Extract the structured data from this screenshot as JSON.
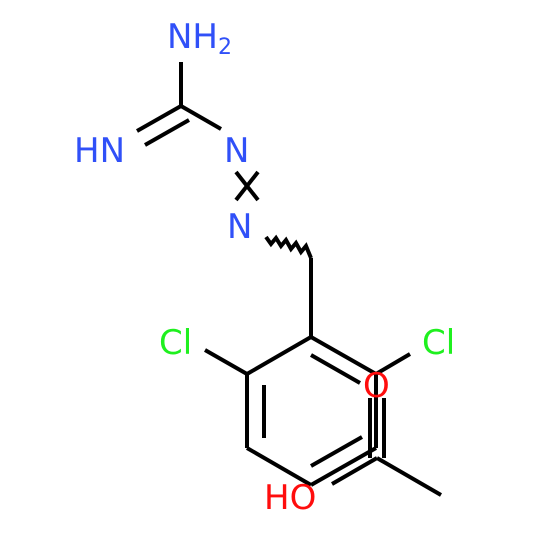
{
  "colors": {
    "bond": "#000000",
    "nitrogen": "#3050F8",
    "chlorine": "#1FF01F",
    "oxygen": "#FF0D0D",
    "background": "#FFFFFF"
  },
  "atoms": {
    "nh2": {
      "main": "NH",
      "sub": "2"
    },
    "nh": "HN",
    "n1": "N",
    "n2": "N",
    "cl_left": "Cl",
    "cl_right": "Cl",
    "o": "O",
    "ho": "HO"
  }
}
